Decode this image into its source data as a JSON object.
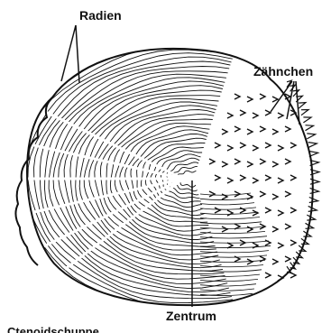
{
  "labels": {
    "radii": "Radien",
    "denticles": "Zähnchen",
    "center": "Zentrum",
    "cropped_bottom": "Ctenoidschuppe"
  },
  "colors": {
    "ink": "#111111",
    "background": "#ffffff"
  }
}
